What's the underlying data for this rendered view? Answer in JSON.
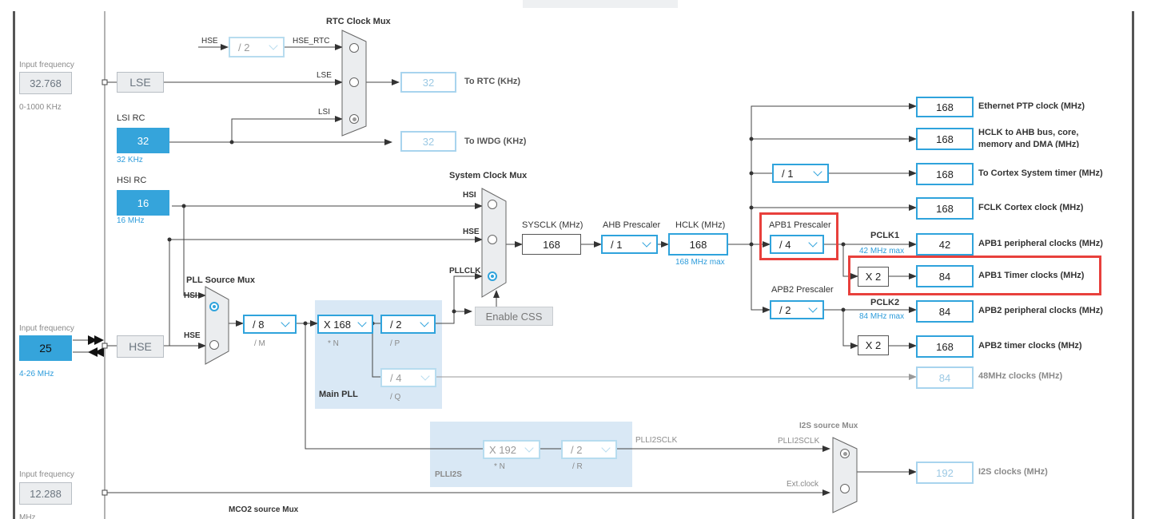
{
  "left": {
    "lse_input": {
      "heading": "Input frequency",
      "value": "32.768",
      "range": "0-1000 KHz"
    },
    "hse_input": {
      "heading": "Input frequency",
      "value": "25",
      "range": "4-26 MHz"
    },
    "i2s_input": {
      "heading": "Input frequency",
      "value": "12.288",
      "range": "MHz"
    }
  },
  "osc": {
    "lse": "LSE",
    "hse": "HSE",
    "lsi_rc": {
      "title": "LSI RC",
      "value": "32",
      "unit": "32 KHz"
    },
    "hsi_rc": {
      "title": "HSI RC",
      "value": "16",
      "unit": "16 MHz"
    }
  },
  "rtc": {
    "mux_title": "RTC Clock Mux",
    "hse_label": "HSE",
    "hse_div": "/ 2",
    "hse_rtc": "HSE_RTC",
    "lse_label": "LSE",
    "lsi_label": "LSI",
    "rtc_value": "32",
    "rtc_label": "To RTC (KHz)",
    "iwdg_value": "32",
    "iwdg_label": "To IWDG (KHz)"
  },
  "pll_src": {
    "title": "PLL Source Mux",
    "hsi": "HSI",
    "hse": "HSE"
  },
  "main_pll": {
    "title": "Main PLL",
    "m_div": "/ 8",
    "m_label": "/ M",
    "n_mul": "X 168",
    "n_label": "* N",
    "p_div": "/ 2",
    "p_label": "/ P",
    "q_div": "/ 4",
    "q_label": "/ Q"
  },
  "sys_mux": {
    "title": "System Clock Mux",
    "hsi": "HSI",
    "hse": "HSE",
    "pllclk": "PLLCLK",
    "css": "Enable CSS"
  },
  "sysclk": {
    "label": "SYSCLK (MHz)",
    "value": "168"
  },
  "ahb": {
    "label": "AHB Prescaler",
    "value": "/ 1"
  },
  "hclk": {
    "label": "HCLK (MHz)",
    "value": "168",
    "max": "168 MHz max"
  },
  "apb1": {
    "label": "APB1 Prescaler",
    "value": "/ 4",
    "pclk": "PCLK1",
    "pclk_max": "42 MHz max",
    "timer_mul": "X 2"
  },
  "apb2": {
    "label": "APB2 Prescaler",
    "value": "/ 2",
    "pclk": "PCLK2",
    "pclk_max": "84 MHz max",
    "timer_mul": "X 2"
  },
  "cortex_div": "/ 1",
  "outputs": [
    {
      "value": "168",
      "label": "Ethernet PTP clock (MHz)"
    },
    {
      "value": "168",
      "label": "HCLK to AHB bus, core,",
      "label2": "memory and DMA (MHz)"
    },
    {
      "value": "168",
      "label": "To Cortex System timer (MHz)"
    },
    {
      "value": "168",
      "label": "FCLK Cortex clock (MHz)"
    },
    {
      "value": "42",
      "label": "APB1 peripheral clocks (MHz)"
    },
    {
      "value": "84",
      "label": "APB1 Timer clocks (MHz)"
    },
    {
      "value": "84",
      "label": "APB2 peripheral clocks (MHz)"
    },
    {
      "value": "168",
      "label": "APB2 timer clocks (MHz)"
    },
    {
      "value": "84",
      "label": "48MHz clocks (MHz)"
    }
  ],
  "plli2s": {
    "title": "PLLI2S",
    "n_mul": "X 192",
    "n_label": "* N",
    "r_div": "/ 2",
    "r_label": "/ R",
    "out": "PLLI2SCLK"
  },
  "i2s_mux": {
    "title": "I2S source Mux",
    "plli2sclk": "PLLI2SCLK",
    "ext": "Ext.clock",
    "value": "192",
    "label": "I2S clocks (MHz)"
  },
  "mco2": {
    "title": "MCO2 source Mux"
  },
  "colors": {
    "accent": "#2fa3dc",
    "filled": "#35a4db",
    "highlight": "#e8403c",
    "pll_region": "#d9e8f5"
  }
}
